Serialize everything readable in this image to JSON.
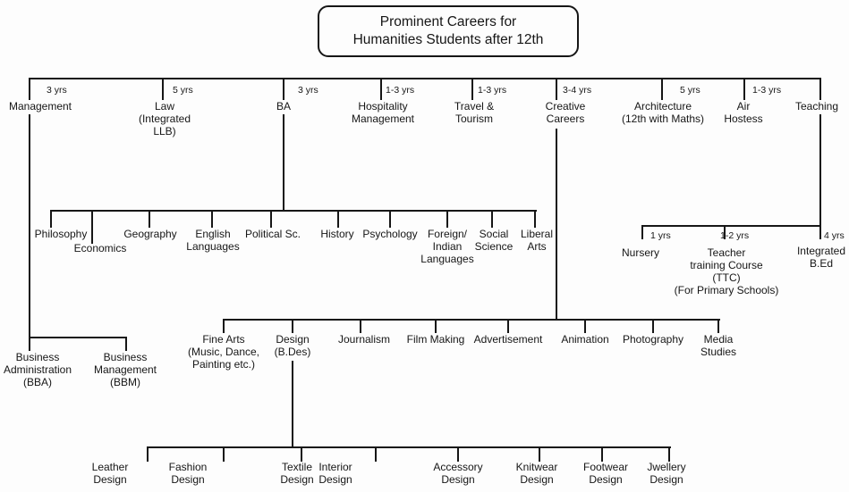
{
  "title": "Prominent Careers for\nHumanities Students after 12th",
  "colors": {
    "line": "#161616",
    "text": "#161616",
    "background": "#fdfdfd"
  },
  "branches": [
    {
      "label": "Management",
      "years": "3 yrs"
    },
    {
      "label": "Law\n(Integrated\nLLB)",
      "years": "5 yrs"
    },
    {
      "label": "BA",
      "years": "3 yrs"
    },
    {
      "label": "Hospitality\nManagement",
      "years": "1-3 yrs"
    },
    {
      "label": "Travel &\nTourism",
      "years": "1-3 yrs"
    },
    {
      "label": "Creative\nCareers",
      "years": "3-4 yrs"
    },
    {
      "label": "Architecture\n(12th with Maths)",
      "years": "5 yrs"
    },
    {
      "label": "Air\nHostess",
      "years": "1-3 yrs"
    },
    {
      "label": "Teaching",
      "years": ""
    }
  ],
  "ba_subjects": [
    "Philosophy",
    "Economics",
    "Geography",
    "English\nLanguages",
    "Political Sc.",
    "History",
    "Psychology",
    "Foreign/\nIndian\nLanguages",
    "Social\nScience",
    "Liberal\nArts"
  ],
  "management_degrees": [
    "Business\nAdministration\n(BBA)",
    "Business\nManagement\n(BBM)"
  ],
  "teaching_paths": [
    {
      "label": "Nursery",
      "years": "1 yrs"
    },
    {
      "label": "Teacher\ntraining Course\n(TTC)\n(For Primary Schools)",
      "years": "1-2 yrs"
    },
    {
      "label": "Integrated\nB.Ed",
      "years": "4 yrs"
    }
  ],
  "creative_fields": [
    "Fine Arts\n(Music, Dance,\nPainting etc.)",
    "Design\n(B.Des)",
    "Journalism",
    "Film Making",
    "Advertisement",
    "Animation",
    "Photography",
    "Media\nStudies"
  ],
  "design_specializations": [
    "Leather\nDesign",
    "Fashion\nDesign",
    "Textile\nDesign",
    "Interior\nDesign",
    "Accessory\nDesign",
    "Knitwear\nDesign",
    "Footwear\nDesign",
    "Jwellery\nDesign"
  ]
}
